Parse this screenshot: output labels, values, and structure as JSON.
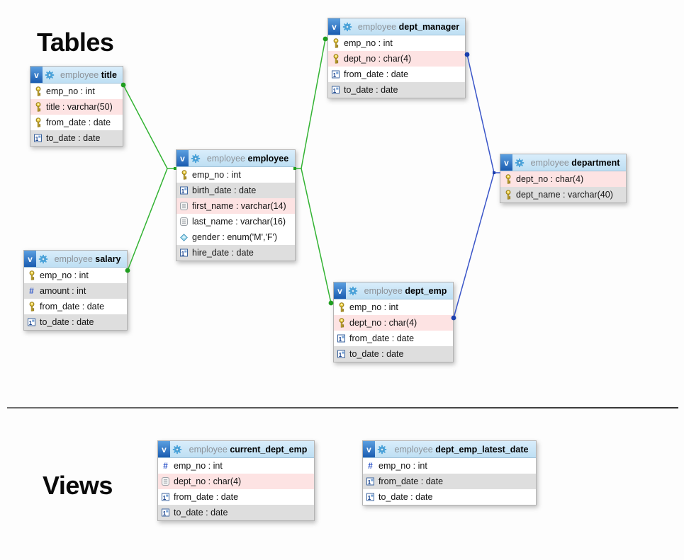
{
  "page": {
    "tables_heading": "Tables",
    "views_heading": "Views",
    "schema_name": "employee",
    "v_badge": "v"
  },
  "colors": {
    "header_bg_top": "#d9edfb",
    "header_bg_bottom": "#bedff3",
    "row_white": "#ffffff",
    "row_grey": "#dedede",
    "row_pink": "#fde3e3",
    "green_connector": "#33b333",
    "green_dot": "#1f9e1f",
    "blue_connector": "#3a55c8",
    "blue_dot": "#1b3fae",
    "key_gold": "#f2d64b",
    "badge_blue": "#1a5cb0",
    "gear_blue": "#4aa3da"
  },
  "tables": [
    {
      "id": "title",
      "name": "title",
      "fields": [
        {
          "icon": "key",
          "label": "emp_no : int",
          "tone": "white"
        },
        {
          "icon": "key",
          "label": "title : varchar(50)",
          "tone": "pink"
        },
        {
          "icon": "key",
          "label": "from_date : date",
          "tone": "white"
        },
        {
          "icon": "date",
          "label": "to_date : date",
          "tone": "grey"
        }
      ]
    },
    {
      "id": "employee",
      "name": "employee",
      "fields": [
        {
          "icon": "key",
          "label": "emp_no : int",
          "tone": "white"
        },
        {
          "icon": "date",
          "label": "birth_date : date",
          "tone": "grey"
        },
        {
          "icon": "text",
          "label": "first_name : varchar(14)",
          "tone": "pink"
        },
        {
          "icon": "text",
          "label": "last_name : varchar(16)",
          "tone": "white"
        },
        {
          "icon": "enum",
          "label": "gender : enum('M','F')",
          "tone": "white"
        },
        {
          "icon": "date",
          "label": "hire_date : date",
          "tone": "grey"
        }
      ]
    },
    {
      "id": "salary",
      "name": "salary",
      "fields": [
        {
          "icon": "key",
          "label": "emp_no : int",
          "tone": "white"
        },
        {
          "icon": "hash",
          "label": "amount : int",
          "tone": "grey"
        },
        {
          "icon": "key",
          "label": "from_date : date",
          "tone": "white"
        },
        {
          "icon": "date",
          "label": "to_date : date",
          "tone": "grey"
        }
      ]
    },
    {
      "id": "dept_manager",
      "name": "dept_manager",
      "fields": [
        {
          "icon": "key",
          "label": "emp_no : int",
          "tone": "white"
        },
        {
          "icon": "key",
          "label": "dept_no : char(4)",
          "tone": "pink"
        },
        {
          "icon": "date",
          "label": "from_date : date",
          "tone": "white"
        },
        {
          "icon": "date",
          "label": "to_date : date",
          "tone": "grey"
        }
      ]
    },
    {
      "id": "dept_emp",
      "name": "dept_emp",
      "fields": [
        {
          "icon": "key",
          "label": "emp_no : int",
          "tone": "white"
        },
        {
          "icon": "key",
          "label": "dept_no : char(4)",
          "tone": "pink"
        },
        {
          "icon": "date",
          "label": "from_date : date",
          "tone": "white"
        },
        {
          "icon": "date",
          "label": "to_date : date",
          "tone": "grey"
        }
      ]
    },
    {
      "id": "department",
      "name": "department",
      "fields": [
        {
          "icon": "key",
          "label": "dept_no : char(4)",
          "tone": "pink"
        },
        {
          "icon": "key",
          "label": "dept_name : varchar(40)",
          "tone": "grey"
        }
      ]
    }
  ],
  "views": [
    {
      "id": "current_dept_emp",
      "name": "current_dept_emp",
      "fields": [
        {
          "icon": "hash",
          "label": "emp_no : int",
          "tone": "white"
        },
        {
          "icon": "text",
          "label": "dept_no : char(4)",
          "tone": "pink"
        },
        {
          "icon": "date",
          "label": "from_date : date",
          "tone": "white"
        },
        {
          "icon": "date",
          "label": "to_date : date",
          "tone": "grey"
        }
      ]
    },
    {
      "id": "dept_emp_latest_date",
      "name": "dept_emp_latest_date",
      "fields": [
        {
          "icon": "hash",
          "label": "emp_no : int",
          "tone": "white"
        },
        {
          "icon": "date",
          "label": "from_date : date",
          "tone": "grey"
        },
        {
          "icon": "date",
          "label": "to_date : date",
          "tone": "white"
        }
      ]
    }
  ],
  "connections": [
    {
      "from": "title",
      "to": "employee",
      "color": "green"
    },
    {
      "from": "salary",
      "to": "employee",
      "color": "green"
    },
    {
      "from": "employee",
      "to": "dept_manager",
      "color": "green"
    },
    {
      "from": "employee",
      "to": "dept_emp",
      "color": "green"
    },
    {
      "from": "dept_manager",
      "to": "department",
      "color": "blue"
    },
    {
      "from": "dept_emp",
      "to": "department",
      "color": "blue"
    }
  ]
}
